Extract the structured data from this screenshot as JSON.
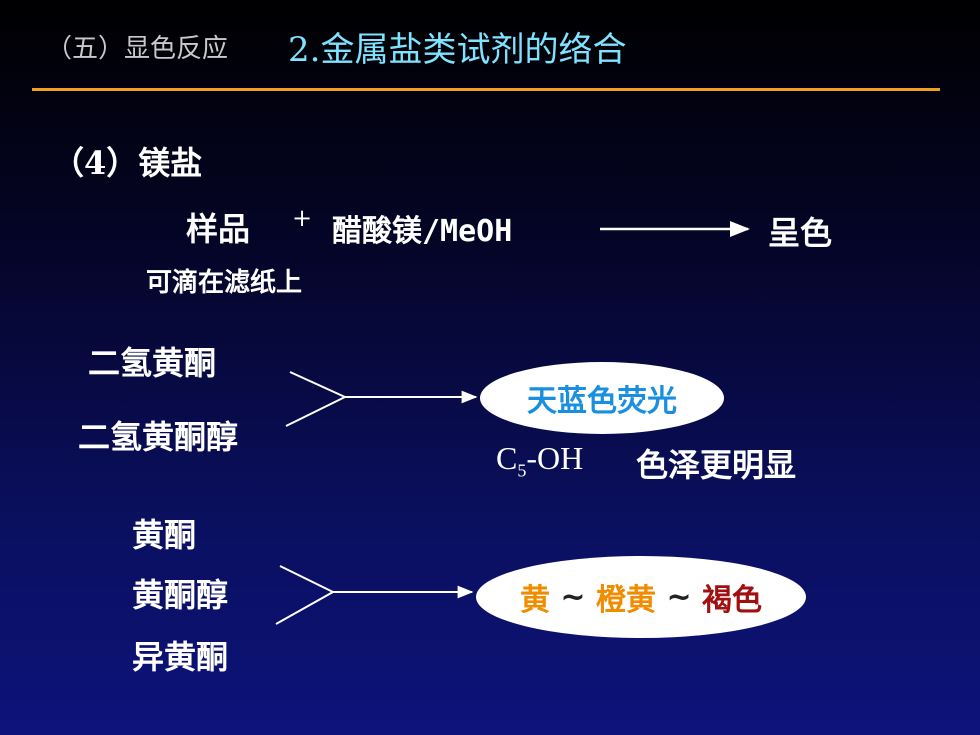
{
  "header": {
    "section": "（五）显色反应",
    "title": "2.金属盐类试剂的络合"
  },
  "subheading": "（4）镁盐",
  "reaction": {
    "sample": "样品",
    "plus": "+",
    "reagent": "醋酸镁/MeOH",
    "result": "呈色",
    "note": "可滴在滤纸上"
  },
  "group1": {
    "items": [
      "二氢黄酮",
      "二氢黄酮醇"
    ],
    "result": "天蓝色荧光",
    "result_color": "#1a8fe0",
    "c5_base": "C",
    "c5_sub": "5",
    "c5_suffix": "-OH",
    "c5_note": "色泽更明显"
  },
  "group2": {
    "items": [
      "黄酮",
      "黄酮醇",
      "异黄酮"
    ],
    "result_parts": [
      {
        "text": "黄",
        "color": "#f08c00"
      },
      {
        "text": " ~ ",
        "color": "#222222"
      },
      {
        "text": "橙黄",
        "color": "#f08c00"
      },
      {
        "text": " ~ ",
        "color": "#222222"
      },
      {
        "text": "褐色",
        "color": "#a01010"
      }
    ]
  }
}
